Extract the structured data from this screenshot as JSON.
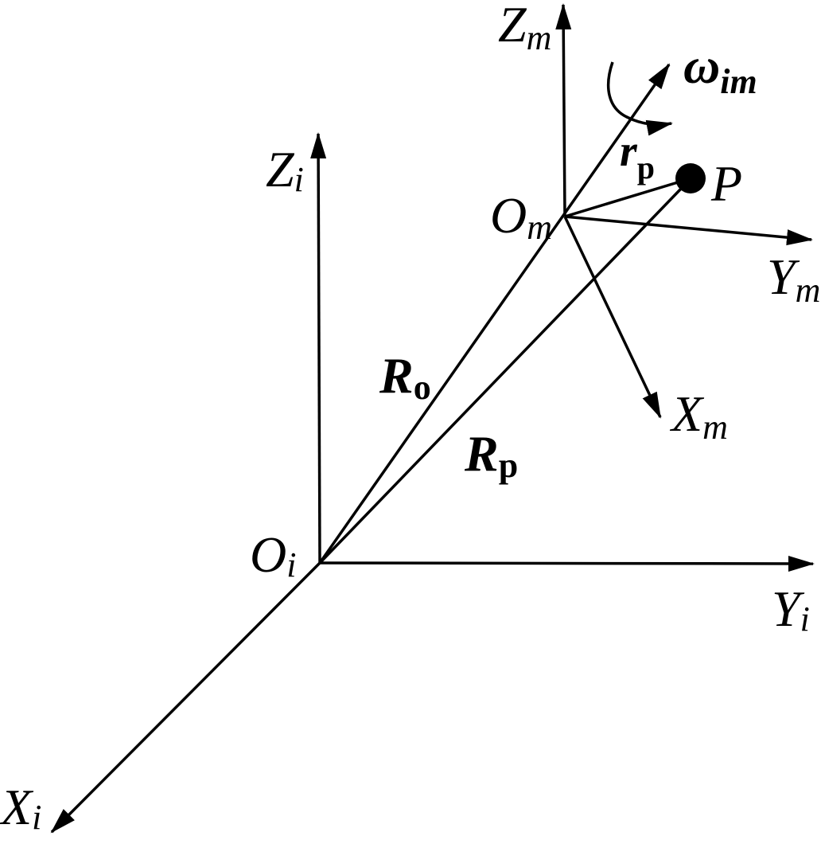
{
  "colors": {
    "ink": "#000000",
    "background": "#ffffff"
  },
  "frames": {
    "inertial": {
      "origin": {
        "main": "O",
        "sub": "i"
      },
      "x_axis": {
        "main": "X",
        "sub": "i"
      },
      "y_axis": {
        "main": "Y",
        "sub": "i"
      },
      "z_axis": {
        "main": "Z",
        "sub": "i"
      }
    },
    "moving": {
      "origin": {
        "main": "O",
        "sub": "m"
      },
      "x_axis": {
        "main": "X",
        "sub": "m"
      },
      "y_axis": {
        "main": "Y",
        "sub": "m"
      },
      "z_axis": {
        "main": "Z",
        "sub": "m"
      }
    }
  },
  "vectors": {
    "position_origin": {
      "main": "R",
      "sub": "o"
    },
    "position_point": {
      "main": "R",
      "sub": "p"
    },
    "relative_point": {
      "main": "r",
      "sub": "p"
    },
    "angular_velocity": {
      "main": "ω",
      "sub": "im"
    }
  },
  "point": {
    "label": "P"
  }
}
